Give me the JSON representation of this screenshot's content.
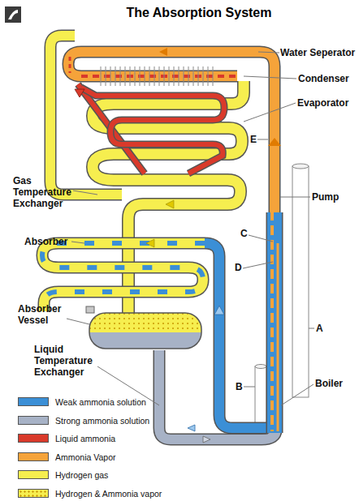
{
  "diagram": {
    "title": "The Absorption System",
    "labels": [
      "Water Seperator",
      "Condenser",
      "Evaporator",
      "E",
      "Gas Temperature Exchanger",
      "Pump",
      "C",
      "Absorber",
      "D",
      "Absorber Vessel",
      "A",
      "Liquid Temperature Exchanger",
      "B",
      "Boiler"
    ],
    "legend": [
      {
        "text": "Weak ammonia solution",
        "color": "#3b8fd6"
      },
      {
        "text": "Strong ammonia solution",
        "color": "#a7b2c6"
      },
      {
        "text": "Liquid ammonia",
        "color": "#d93a2b"
      },
      {
        "text": "Ammonia Vapor",
        "color": "#f5a33a"
      },
      {
        "text": "Hydrogen gas",
        "color": "#f6ee4f"
      },
      {
        "text": "Hydrogen & Ammonia vapor"
      }
    ]
  }
}
